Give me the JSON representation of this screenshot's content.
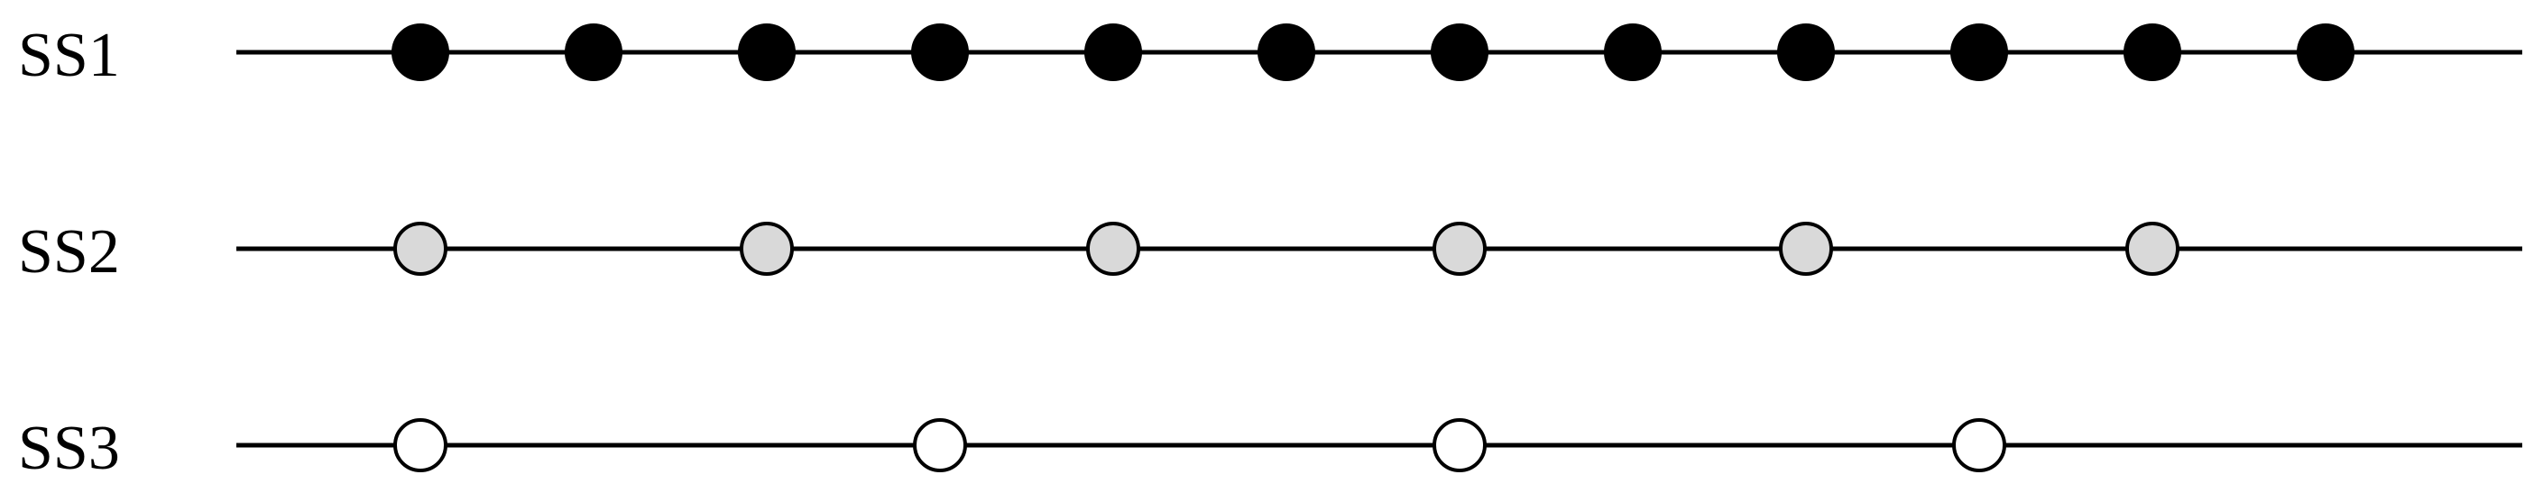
{
  "colors": {
    "line": "#000000",
    "label": "#000000"
  },
  "rows": [
    {
      "label": "SS1",
      "marker_fill": "#000000",
      "marker_count": 12
    },
    {
      "label": "SS2",
      "marker_fill": "#d9d9d9",
      "marker_count": 6
    },
    {
      "label": "SS3",
      "marker_fill": "#ffffff",
      "marker_count": 4
    }
  ]
}
